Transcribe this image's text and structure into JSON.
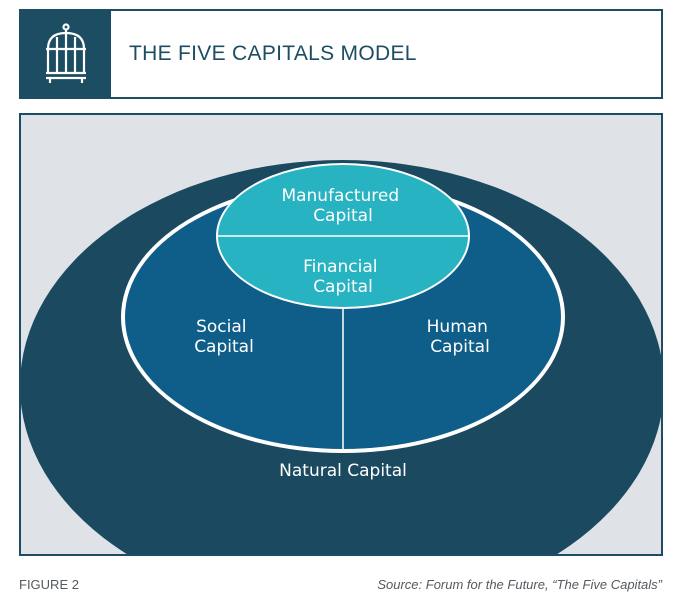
{
  "header": {
    "title": "THE FIVE CAPITALS MODEL",
    "icon": "birdcage-icon"
  },
  "diagram": {
    "natural": "Natural Capital",
    "social": [
      "Social",
      "Capital"
    ],
    "human": [
      "Human",
      "Capital"
    ],
    "manufactured": [
      "Manufactured",
      "Capital"
    ],
    "financial": [
      "Financial",
      "Capital"
    ]
  },
  "colors": {
    "brand": "#1c4d63",
    "natural": "#1b4a60",
    "inner": "#0f5e8a",
    "core": "#27b3c1",
    "frame_bg": "#dfe3e7"
  },
  "footer": {
    "figure_label": "FIGURE 2",
    "source": "Source: Forum for the Future, “The Five Capitals”"
  }
}
